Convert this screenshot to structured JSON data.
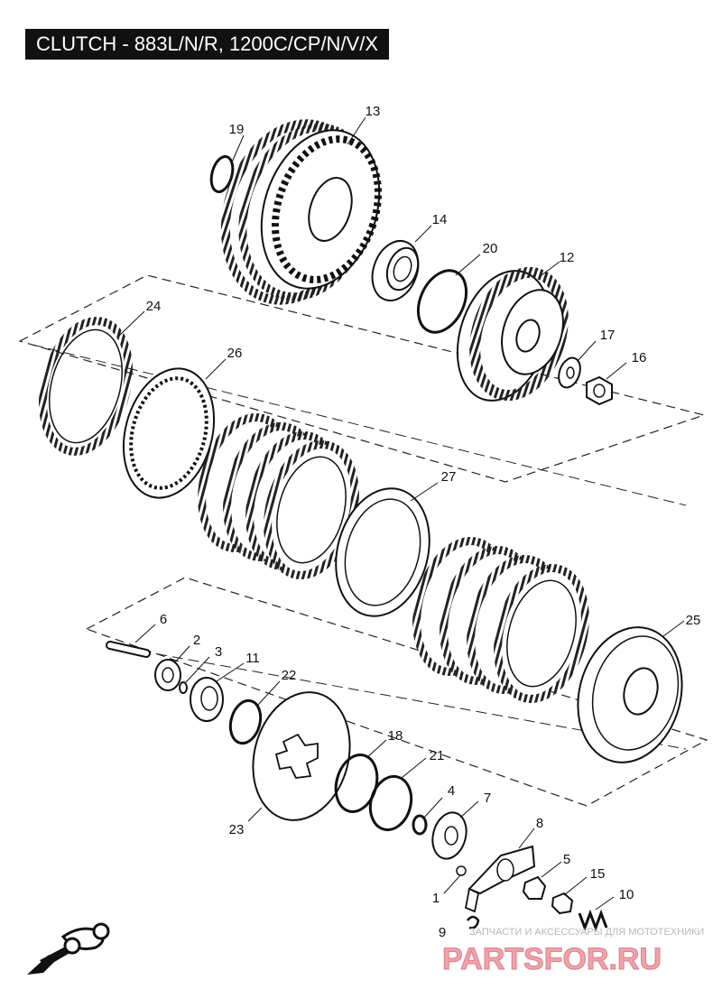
{
  "title": "CLUTCH - 883L/N/R, 1200C/CP/N/V/X",
  "callouts": [
    {
      "id": "19",
      "text": "19"
    },
    {
      "id": "13",
      "text": "13"
    },
    {
      "id": "14",
      "text": "14"
    },
    {
      "id": "20",
      "text": "20"
    },
    {
      "id": "12",
      "text": "12"
    },
    {
      "id": "17",
      "text": "17"
    },
    {
      "id": "16",
      "text": "16"
    },
    {
      "id": "24",
      "text": "24"
    },
    {
      "id": "26",
      "text": "26"
    },
    {
      "id": "27",
      "text": "27"
    },
    {
      "id": "6",
      "text": "6"
    },
    {
      "id": "2",
      "text": "2"
    },
    {
      "id": "3",
      "text": "3"
    },
    {
      "id": "11",
      "text": "11"
    },
    {
      "id": "22",
      "text": "22"
    },
    {
      "id": "25",
      "text": "25"
    },
    {
      "id": "18",
      "text": "18"
    },
    {
      "id": "21",
      "text": "21"
    },
    {
      "id": "4",
      "text": "4"
    },
    {
      "id": "7",
      "text": "7"
    },
    {
      "id": "8",
      "text": "8"
    },
    {
      "id": "23",
      "text": "23"
    },
    {
      "id": "5",
      "text": "5"
    },
    {
      "id": "15",
      "text": "15"
    },
    {
      "id": "10",
      "text": "10"
    },
    {
      "id": "1",
      "text": "1"
    },
    {
      "id": "9",
      "text": "9"
    }
  ],
  "watermark": {
    "caption": "ЗАПЧАСТИ И АКСЕССУАРЫ ДЛЯ МОТОТЕХНИКИ",
    "brand": "PARTSFOR.RU",
    "color": "#f0a2a8"
  },
  "orientation_icon": "motorcycle-direction-icon"
}
